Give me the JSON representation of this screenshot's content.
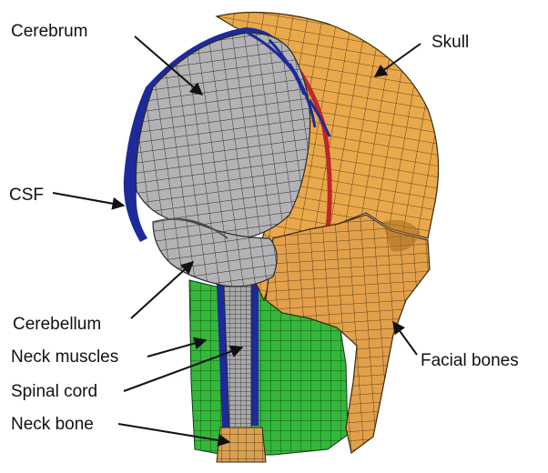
{
  "labels": {
    "cerebrum": "Cerebrum",
    "skull": "Skull",
    "csf": "CSF",
    "cerebellum": "Cerebellum",
    "neck_muscles": "Neck muscles",
    "spinal_cord": "Spinal cord",
    "neck_bone": "Neck bone",
    "facial_bones": "Facial bones"
  },
  "colors": {
    "brain": "#b3b3b6",
    "skull": "#e9a84a",
    "csf": "#1d2a9a",
    "muscle": "#33b83a",
    "spinal_cord": "#9a9a9a",
    "neck_bone": "#d9a050",
    "vessel": "#c0262a",
    "mesh": "#1a1a1a"
  },
  "icons": {
    "pointer": "arrow-icon"
  }
}
